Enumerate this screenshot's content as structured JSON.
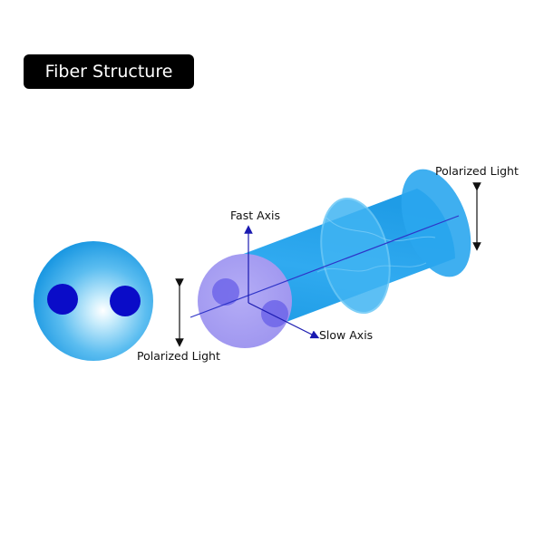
{
  "title": "Fiber Structure",
  "labels": {
    "fast_axis": "Fast Axis",
    "slow_axis": "Slow Axis",
    "polarized_light_left": "Polarized Light",
    "polarized_light_right": "Polarized Light"
  },
  "colors": {
    "fiber_blue": "#1a9be6",
    "fiber_light": "#a6dcf8",
    "core_purple": "#a9a0f3",
    "stress_rod": "#0a0cc8",
    "arrow": "#111111",
    "axis_line": "#2e34c8"
  }
}
